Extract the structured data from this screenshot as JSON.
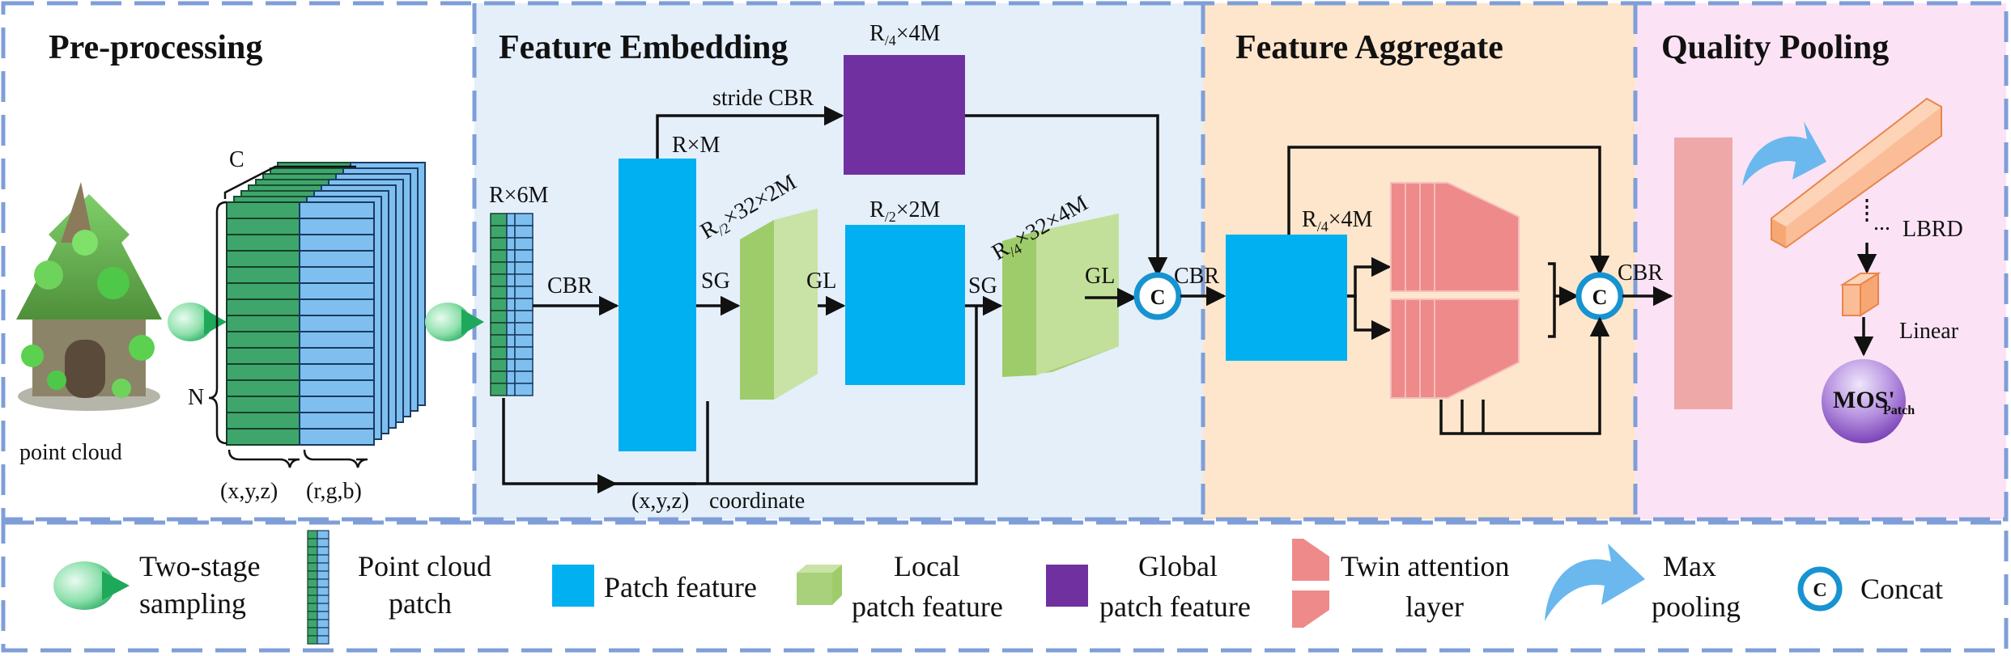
{
  "sections": {
    "preprocessing": "Pre-processing",
    "embedding": "Feature Embedding",
    "aggregate": "Feature Aggregate",
    "pooling": "Quality Pooling"
  },
  "labels": {
    "point_cloud": "point cloud",
    "dim_c": "C",
    "dim_n": "N",
    "xyz": "(x,y,z)",
    "rgb": "(r,g,b)",
    "r6m": "R×6M",
    "cbr": "CBR",
    "rm": "R×M",
    "stride_cbr": "stride CBR",
    "r4_4m_top": "R/4×4M",
    "sg1": "SG",
    "r2_32_2m": "R/2×32×2M",
    "gl1": "GL",
    "r2_2m": "R/2×2M",
    "sg2": "SG",
    "r4_32_4m": "R/4×32×4M",
    "gl2": "GL",
    "concat": "C",
    "cbr2": "CBR",
    "r4_4m_agg": "R/4×4M",
    "cbr3": "CBR",
    "xyz_coord": "(x,y,z)",
    "coordinate": "coordinate",
    "lbrd": "LBRD",
    "dots": "...",
    "linear": "Linear",
    "mos": "MOS'",
    "mos_sub": "Patch"
  },
  "legend": {
    "two_stage_1": "Two-stage",
    "two_stage_2": "sampling",
    "pc_patch_1": "Point cloud",
    "pc_patch_2": "patch",
    "patch_feature": "Patch feature",
    "local_1": "Local",
    "local_2": "patch feature",
    "global_1": "Global",
    "global_2": "patch feature",
    "twin_1": "Twin attention",
    "twin_2": "layer",
    "max_1": "Max",
    "max_2": "pooling",
    "concat": "Concat",
    "concat_symbol": "C"
  },
  "colors": {
    "frame_dash": "#7f9ed8",
    "embedding_bg": "#e4effa",
    "aggregate_bg": "#fde6cc",
    "pooling_bg": "#fbe3f5",
    "patch_blue": "#00b0f0",
    "local_green": "#a9d07a",
    "global_purple": "#7030a0",
    "twin_red": "#ee8a8a",
    "maxpool_blue": "#6ab8ee",
    "concat_ring": "#1793d1",
    "pc_green": "#3fa66b",
    "pc_blue": "#7fbfef",
    "pool_bar": "#efa8a8",
    "lbrd_orange": "#fbbd98",
    "mos_purple": "#9466c4"
  }
}
